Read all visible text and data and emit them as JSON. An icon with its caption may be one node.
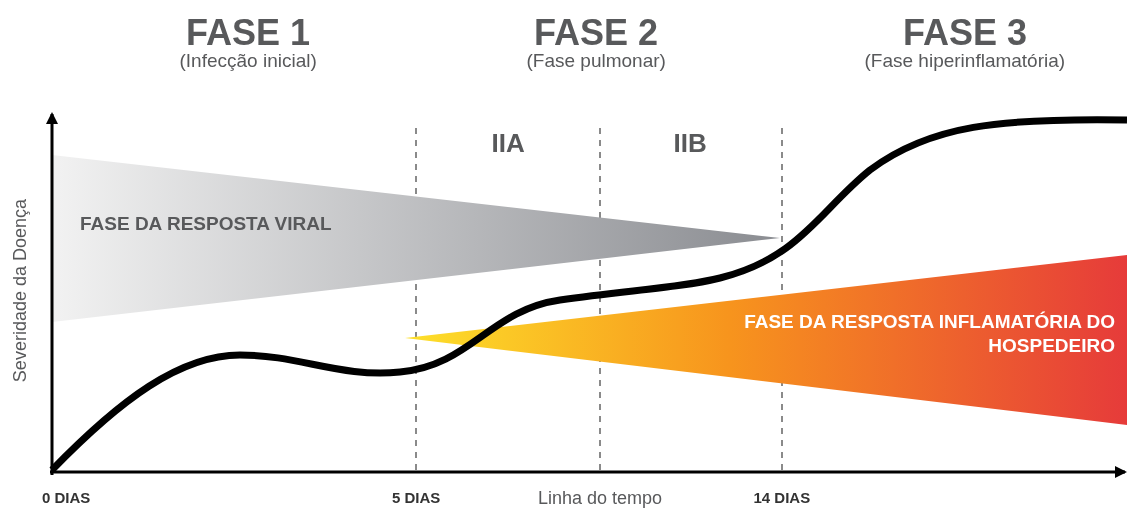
{
  "diagram": {
    "nodes": [
      {
        "text": [
          "FASE DA RESPOSTA VIRAL"
        ]
      },
      {
        "text": [
          "FASE DA RESPOSTA INFLAMATÓRIA DO HOSPEDEIRO"
        ]
      }
    ],
    "labels": [
      "FASE 1",
      "(Infecção inicial)",
      "FASE 2",
      "(Fase pulmonar)",
      "FASE 3",
      "(Fase hiperinflamatória)",
      "IIA",
      "IIB",
      "Severidade da Doença",
      "0 DIAS",
      "5 DIAS",
      "Linha do tempo",
      "14 DIAS"
    ]
  }
}
